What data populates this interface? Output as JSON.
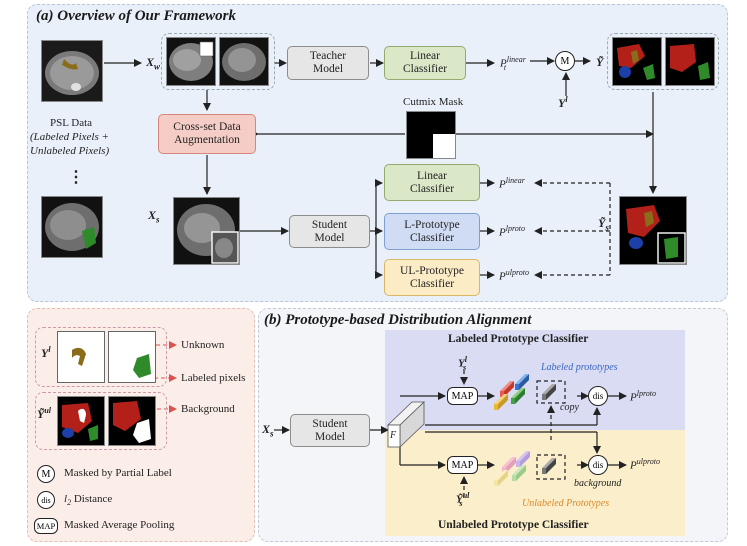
{
  "panel_a": {
    "title": "(a) Overview of Our Framework",
    "psl": {
      "line1": "PSL Data",
      "line2": "(Labeled Pixels +",
      "line3": "Unlabeled Pixels)"
    },
    "ellipsis": "⋮",
    "xw": "X",
    "xw_sub": "w",
    "xs": "X",
    "xs_sub": "s",
    "teacher": "Teacher\nModel",
    "linear_t": "Linear\nClassifier",
    "p_t": "P",
    "p_t_sup": "linear",
    "p_t_sub": "t",
    "masked_m": "M",
    "y_tilde": "Ỹ",
    "y_l": "Y",
    "y_l_sup": "l",
    "cutmix": "Cutmix Mask",
    "crossset": "Cross-set Data\nAugmentation",
    "student": "Student\nModel",
    "linear_s": "Linear\nClassifier",
    "lproto": "L-Prototype\nClassifier",
    "ulproto": "UL-Prototype\nClassifier",
    "p_s1": "P",
    "p_s1_sup": "linear",
    "p_s1_sub": "s",
    "p_s2": "P",
    "p_s2_sup": "lproto",
    "p_s2_sub": "s",
    "p_s3": "P",
    "p_s3_sup": "ulproto",
    "p_s3_sub": "s",
    "ys_tilde": "Ỹ",
    "ys_tilde_sub": "s"
  },
  "legend": {
    "yl": "Y",
    "yl_sup": "l",
    "yul": "Ỹ",
    "yul_sup": "ul",
    "unknown": "Unknown",
    "labeled_pixels": "Labeled pixels",
    "background": "Background",
    "m_symbol": "M",
    "m_text": "Masked by Partial Label",
    "dis_symbol": "dis",
    "dis_text_a": "l",
    "dis_text_sub": "2",
    "dis_text_b": " Distance",
    "map_symbol": "MAP",
    "map_text": "Masked Average Pooling"
  },
  "panel_b": {
    "title": "(b) Prototype-based Distribution Alignment",
    "labeled_header": "Labeled Prototype Classifier",
    "unlabeled_footer": "Unlabeled Prototype Classifier",
    "xs": "X",
    "xs_sub": "s",
    "student": "Student\nModel",
    "f": "F",
    "ysl": "Y",
    "ysl_sup": "l",
    "ysl_sub": "s",
    "ysul": "Ỹ",
    "ysul_sup": "ul",
    "ysul_sub": "s",
    "map1": "MAP",
    "map2": "MAP",
    "labeled_protos": "Labeled prototypes",
    "unlabeled_protos": "Unlabeled Prototypes",
    "copy": "copy",
    "background": "background",
    "dis1": "dis",
    "dis2": "dis",
    "p1": "P",
    "p1_sup": "lproto",
    "p1_sub": "s",
    "p2": "P",
    "p2_sup": "ulproto",
    "p2_sub": "s"
  },
  "colors": {
    "liver": "#b3201a",
    "stomach": "#1c3fa8",
    "spleen": "#2f8a2a",
    "gallbladder": "#8a6d1a",
    "labeled_proto_text": "#3a66c4",
    "unlabeled_proto_text": "#d98b2a",
    "arrow_red": "#d9534f"
  }
}
